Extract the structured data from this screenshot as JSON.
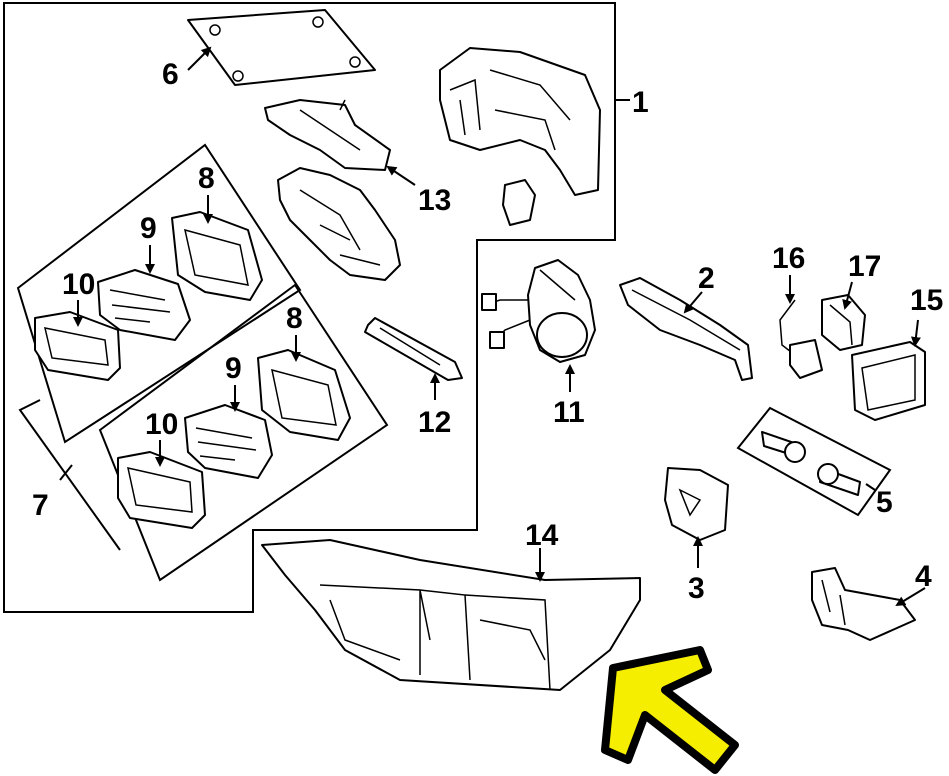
{
  "callouts": {
    "c1": "1",
    "c2": "2",
    "c3": "3",
    "c4": "4",
    "c5": "5",
    "c6": "6",
    "c7": "7",
    "c8a": "8",
    "c8b": "8",
    "c9a": "9",
    "c9b": "9",
    "c10a": "10",
    "c10b": "10",
    "c11": "11",
    "c12": "12",
    "c13": "13",
    "c14": "14",
    "c15": "15",
    "c16": "16",
    "c17": "17"
  },
  "highlight_color": "#f5ee00",
  "line_color": "#000000",
  "highlighted_part": "14"
}
